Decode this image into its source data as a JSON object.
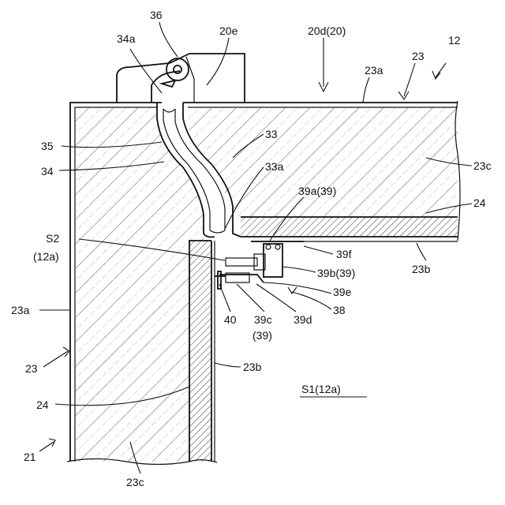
{
  "labels": {
    "l36": "36",
    "l34a": "34a",
    "l20e": "20e",
    "l20d": "20d(20)",
    "l12": "12",
    "l23_top": "23",
    "l23a_top": "23a",
    "l33": "33",
    "l35": "35",
    "l34": "34",
    "l23c_right": "23c",
    "l33a": "33a",
    "l39a": "39a(39)",
    "l24_right": "24",
    "l39f": "39f",
    "l23b_right": "23b",
    "l39b": "39b(39)",
    "l39e": "39e",
    "lS2": "S2",
    "l12a_s2": "(12a)",
    "l40": "40",
    "l39c": "39c",
    "l39c_sub": "(39)",
    "l39d": "39d",
    "l38": "38",
    "l23a_left": "23a",
    "l23_left": "23",
    "l23b_mid": "23b",
    "lS1": "S1(12a)",
    "l24_left": "24",
    "l21": "21",
    "l23c_bottom": "23c"
  }
}
